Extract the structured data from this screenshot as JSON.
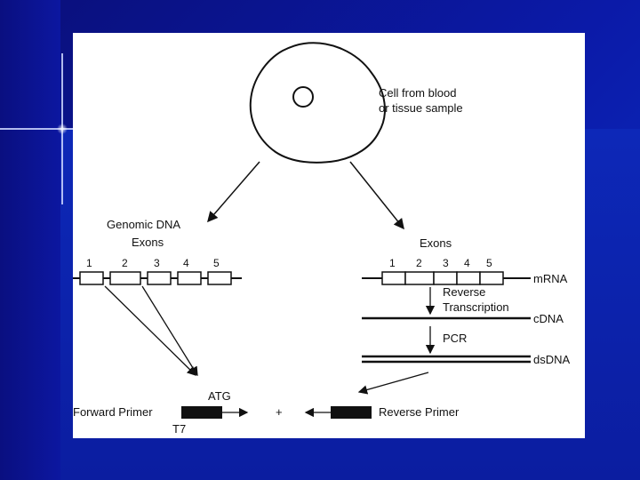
{
  "diagram": {
    "cell_label_line1": "Cell from blood",
    "cell_label_line2": "or tissue sample",
    "genomic_title": "Genomic DNA",
    "genomic_exons_label": "Exons",
    "genomic_exon_numbers": [
      "1",
      "2",
      "3",
      "4",
      "5"
    ],
    "mrna_exons_label": "Exons",
    "mrna_exon_numbers": [
      "1",
      "2",
      "3",
      "4",
      "5"
    ],
    "mrna_label": "mRNA",
    "rt_line1": "Reverse",
    "rt_line2": "Transcription",
    "cdna_label": "cDNA",
    "pcr_label": "PCR",
    "dsdna_label": "dsDNA",
    "atg_label": "ATG",
    "forward_primer_label": "Forward Primer",
    "t7_label": "T7",
    "plus_sign": "+",
    "reverse_primer_label": "Reverse Primer"
  }
}
